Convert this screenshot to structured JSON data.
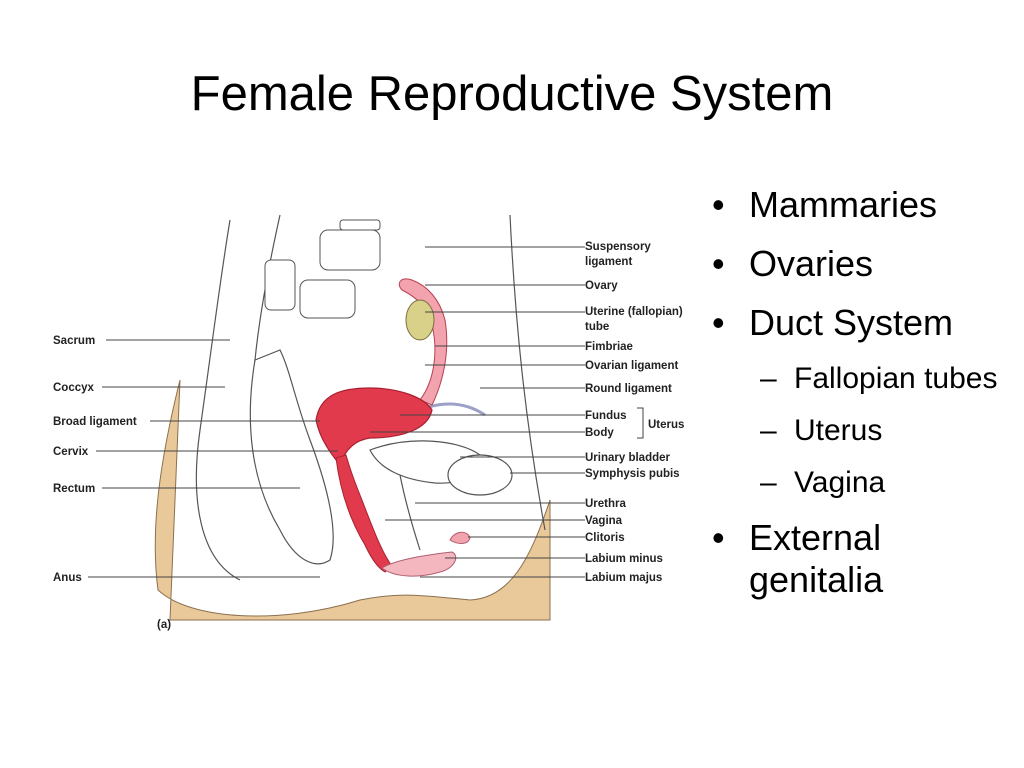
{
  "slide": {
    "title": "Female Reproductive System"
  },
  "bullets": [
    {
      "text": "Mammaries",
      "level": 1
    },
    {
      "text": "Ovaries",
      "level": 1
    },
    {
      "text": "Duct System",
      "level": 1
    },
    {
      "text": "Fallopian tubes",
      "level": 2
    },
    {
      "text": "Uterus",
      "level": 2
    },
    {
      "text": "Vagina",
      "level": 2
    },
    {
      "text": "External genitalia",
      "level": 1
    }
  ],
  "bullet_glyphs": {
    "level1": "•",
    "level2": "–"
  },
  "figure": {
    "panel_label": "(a)",
    "left_labels": {
      "sacrum": "Sacrum",
      "coccyx": "Coccyx",
      "broad_ligament": "Broad ligament",
      "cervix": "Cervix",
      "rectum": "Rectum",
      "anus": "Anus"
    },
    "right_labels": {
      "suspensory_1": "Suspensory",
      "suspensory_2": "ligament",
      "ovary": "Ovary",
      "uterine_tube_1": "Uterine (fallopian)",
      "uterine_tube_2": "tube",
      "fimbriae": "Fimbriae",
      "ovarian_ligament": "Ovarian ligament",
      "round_ligament": "Round ligament",
      "fundus": "Fundus",
      "body": "Body",
      "uterus": "Uterus",
      "urinary_bladder": "Urinary bladder",
      "symphysis_pubis": "Symphysis pubis",
      "urethra": "Urethra",
      "vagina": "Vagina",
      "clitoris": "Clitoris",
      "labium_minus": "Labium minus",
      "labium_majus": "Labium majus"
    },
    "colors": {
      "skin": "#e9c99a",
      "uterus": "#e23a4d",
      "uterus_light": "#f2a3ad",
      "labia": "#f4b7c0",
      "ovary": "#d9d08a",
      "outline": "#555555",
      "ligament": "#9aa0c8"
    }
  }
}
